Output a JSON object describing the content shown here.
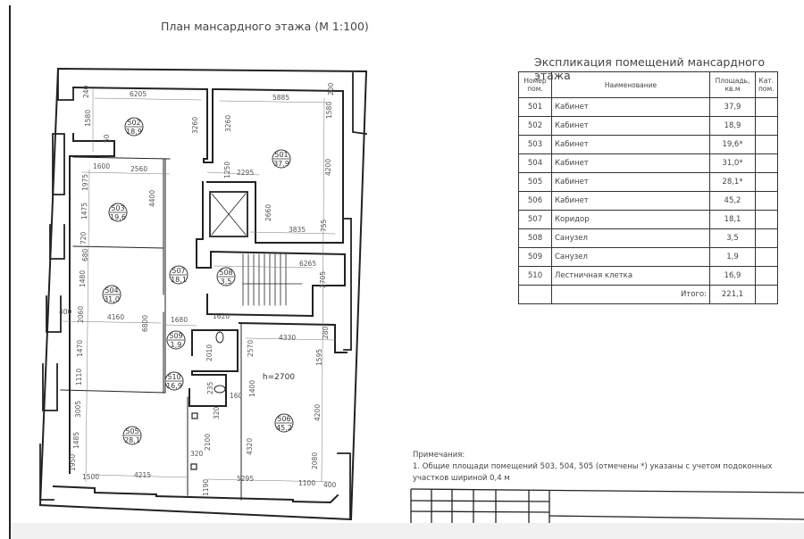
{
  "plan": {
    "title": "План мансардного этажа (М 1:100)",
    "height_label": "h=2700",
    "rooms": [
      {
        "number": "501",
        "area": "37,9"
      },
      {
        "number": "502",
        "area": "18,9"
      },
      {
        "number": "503",
        "area": "19,6"
      },
      {
        "number": "504",
        "area": "31,0"
      },
      {
        "number": "505",
        "area": "28,1"
      },
      {
        "number": "506",
        "area": "45,2"
      },
      {
        "number": "507",
        "area": "18,1"
      },
      {
        "number": "508",
        "area": "3,5"
      },
      {
        "number": "509",
        "area": "1,9"
      },
      {
        "number": "510",
        "area": "16,9"
      }
    ],
    "dimensions": [
      "6205",
      "240",
      "1580",
      "3260",
      "50",
      "5885",
      "3260",
      "200",
      "1580",
      "4200",
      "1600",
      "2560",
      "1975",
      "4400",
      "1475",
      "720",
      "1250",
      "2295",
      "2660",
      "3835",
      "755",
      "6265",
      "2705",
      "680",
      "1480",
      "2060",
      "4160",
      "6800",
      "1680",
      "1620",
      "400",
      "1470",
      "1110",
      "3005",
      "1485",
      "1950",
      "1500",
      "4215",
      "4330",
      "280",
      "1595",
      "2570",
      "2010",
      "1400",
      "4200",
      "4320",
      "2080",
      "5295",
      "1100",
      "400",
      "320",
      "2100",
      "320",
      "1190",
      "235",
      "160"
    ]
  },
  "explication": {
    "title": "Экспликация помещений мансардного этажа",
    "headers": {
      "number": "Номер пом.",
      "name": "Наименование",
      "area": "Площадь, кв.м",
      "category": "Кат. пом."
    },
    "rows": [
      {
        "number": "501",
        "name": "Кабинет",
        "area": "37,9"
      },
      {
        "number": "502",
        "name": "Кабинет",
        "area": "18,9"
      },
      {
        "number": "503",
        "name": "Кабинет",
        "area": "19,6*"
      },
      {
        "number": "504",
        "name": "Кабинет",
        "area": "31,0*"
      },
      {
        "number": "505",
        "name": "Кабинет",
        "area": "28,1*"
      },
      {
        "number": "506",
        "name": "Кабинет",
        "area": "45,2"
      },
      {
        "number": "507",
        "name": "Коридор",
        "area": "18,1"
      },
      {
        "number": "508",
        "name": "Санузел",
        "area": "3,5"
      },
      {
        "number": "509",
        "name": "Санузел",
        "area": "1,9"
      },
      {
        "number": "510",
        "name": "Лестничная клетка",
        "area": "16,9"
      }
    ],
    "total_label": "Итого:",
    "total": "221,1"
  },
  "notes": {
    "heading": "Примечания:",
    "items": [
      "1. Общие площади помещений 503, 504, 505 (отмечены *) указаны с учетом подоконных участков шириной 0,4 м"
    ]
  }
}
